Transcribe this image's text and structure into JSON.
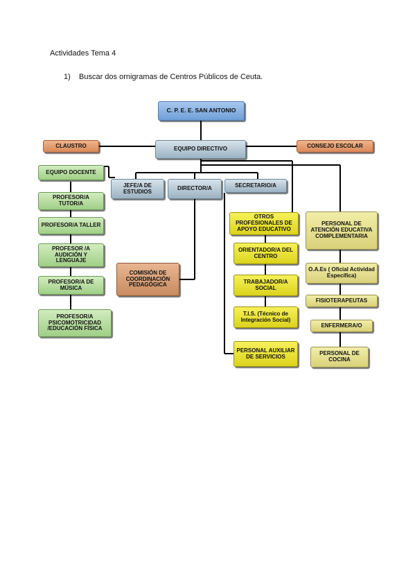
{
  "document": {
    "heading": "Actividades Tema 4",
    "item_number": "1)",
    "item_text": "Buscar dos ornigramas de Centros Públicos de Ceuta."
  },
  "org_chart": {
    "top": "C. P. E. E. SAN ANTONIO",
    "equipo_directivo": "EQUIPO DIRECTIVO",
    "claustro": "CLAUSTRO",
    "consejo_escolar": "CONSEJO ESCOLAR",
    "equipo_docente": "EQUIPO DOCENTE",
    "jefe_estudios": "JEFE/A DE ESTUDIOS",
    "director": "DIRECTOR/A",
    "secretario": "SECRETARIO/A",
    "tutor": "PROFESOR/A TUTOR/A",
    "taller": "PROFESOR/A TALLER",
    "audicion": "PROFESOR /A AUDICIÓN Y LENGUAJE",
    "musica": "PROFESOR/A DE MÚSICA",
    "psicomotricidad": "PROFESOR/A PSICOMOTRICIDAD /EDUCACIÓN FÍSICA",
    "comision": "COMISIÓN DE COORDINACIÓN PEDAGÓGICA",
    "otros": "OTROS PROFESIONALES DE APOYO EDUCATIVO",
    "orientador": "ORIENTADOR/A DEL CENTRO",
    "trabajador_social": "TRABAJADOR/A SOCIAL",
    "tis": "T.I.S. (Técnico de Integración Social)",
    "personal_auxiliar": "PERSONAL AUXILIAR DE SERVICIOS",
    "personal_atencion": "PERSONAL DE ATENCIÓN EDUCATIVA COMPLEMENTARIA",
    "oaes": "O.A.Es ( Oficial Actividad Específica)",
    "fisioterapeutas": "FISIOTERAPEUTAS",
    "enfermero": "ENFERMERA/O",
    "cocina": "PERSONAL DE COCINA"
  }
}
